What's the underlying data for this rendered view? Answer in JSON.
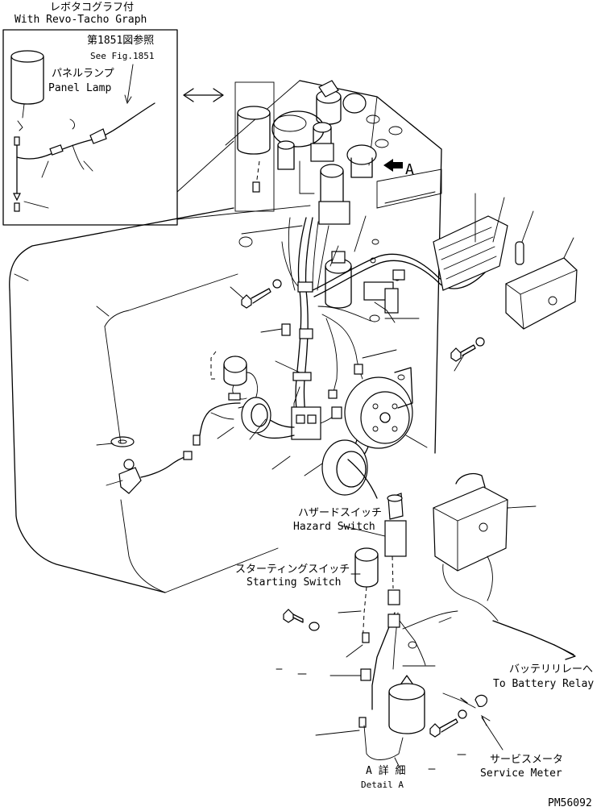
{
  "labels": {
    "revo_jp": "レボタコグラフ付",
    "revo_en": "With Revo-Tacho Graph",
    "fig_jp": "第1851図参照",
    "fig_en": "See Fig.1851",
    "panel_lamp_jp": "パネルランプ",
    "panel_lamp_en": "Panel Lamp",
    "view_arrow": "A",
    "hazard_jp": "ハザードスイッチ",
    "hazard_en": "Hazard Switch",
    "starting_jp": "スターティングスイッチ",
    "starting_en": "Starting Switch",
    "battery_jp": "バッテリリレーへ",
    "battery_en": "To Battery Relay",
    "service_jp": "サービスメータ",
    "service_en": "Service Meter",
    "detail_jp": "A 詳 細",
    "detail_en": "Detail A",
    "drawing_no": "PM56092"
  }
}
